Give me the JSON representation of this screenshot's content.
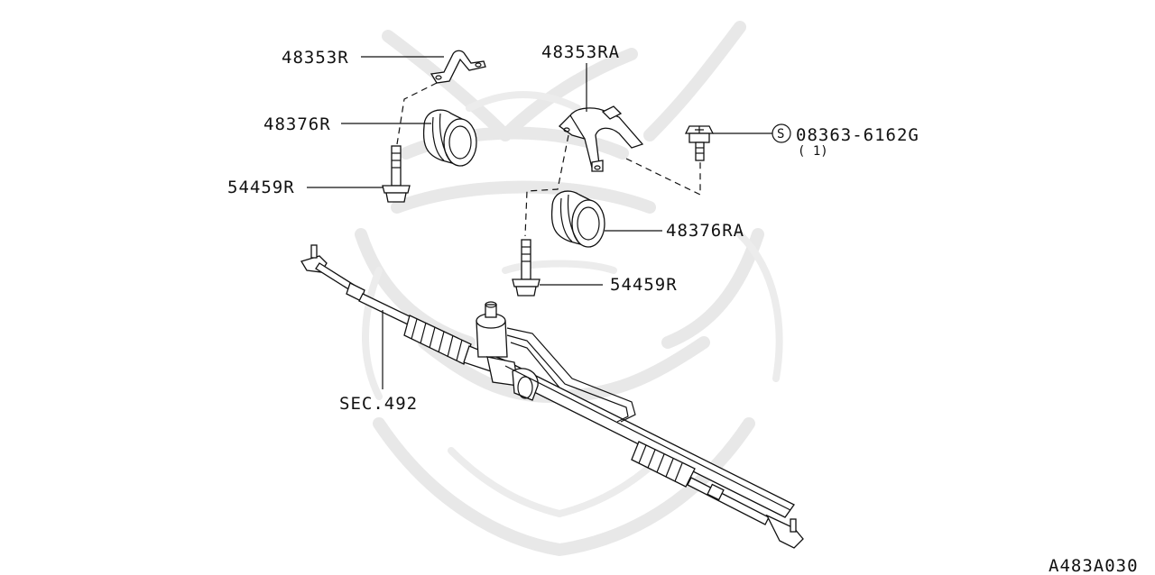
{
  "parts": {
    "p1": "48353R",
    "p2": "48376R",
    "p3": "54459R",
    "p4": "48353RA",
    "p5": "08363-6162G",
    "p5_qty": "( 1)",
    "p5_symbol": "S",
    "p6": "48376RA",
    "p7": "54459R",
    "p8": "SEC.492"
  },
  "diagram_code": "A483A030",
  "watermark": "samurai-helmet-watermark"
}
